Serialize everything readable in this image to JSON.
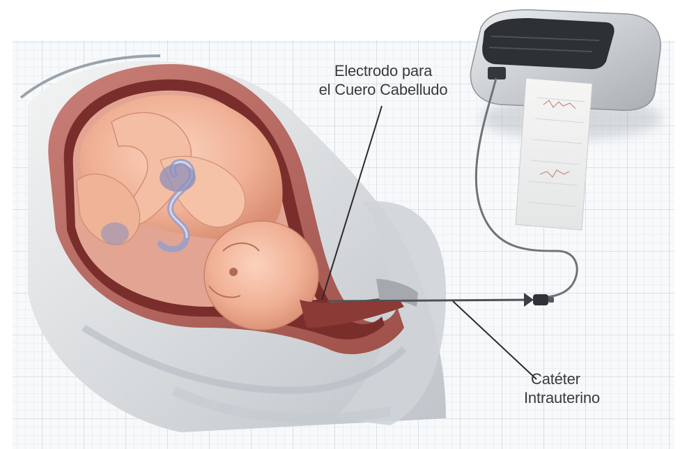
{
  "labels": {
    "scalp_electrode": [
      "Electrodo para",
      "el Cuero Cabelludo"
    ],
    "intrauterine_catheter": [
      "Catéter",
      "Intrauterino"
    ]
  },
  "colors": {
    "grid_line": "#c9d3dd",
    "uterus_wall": "#b46a63",
    "fetal_skin": "#f2b79c",
    "monitor_body": "#d9dbde",
    "monitor_screen": "#2d3034",
    "cable": "#6e7378",
    "pointer_line": "#2a2a2a"
  },
  "icons": [
    "fetal-monitor-device-icon",
    "scalp-electrode-probe-icon"
  ]
}
